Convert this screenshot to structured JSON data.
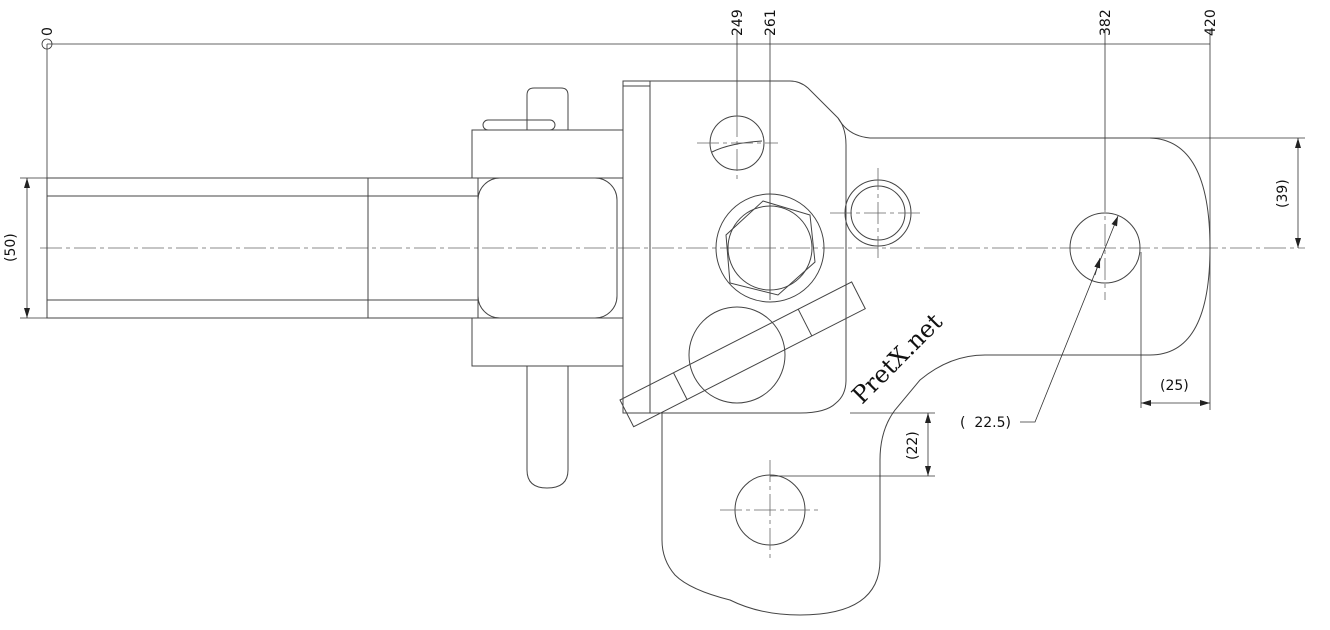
{
  "title": "Tow hitch assembly drawing",
  "dimensions": {
    "top_ordinates": [
      "0",
      "249",
      "261",
      "382",
      "420"
    ],
    "bar_height": "(50)",
    "arm_offset": "(39)",
    "hole_edge": "(25)",
    "lower_offset": "(22)",
    "hole_radius": "(  22.5)"
  },
  "watermark": "PretX.net"
}
